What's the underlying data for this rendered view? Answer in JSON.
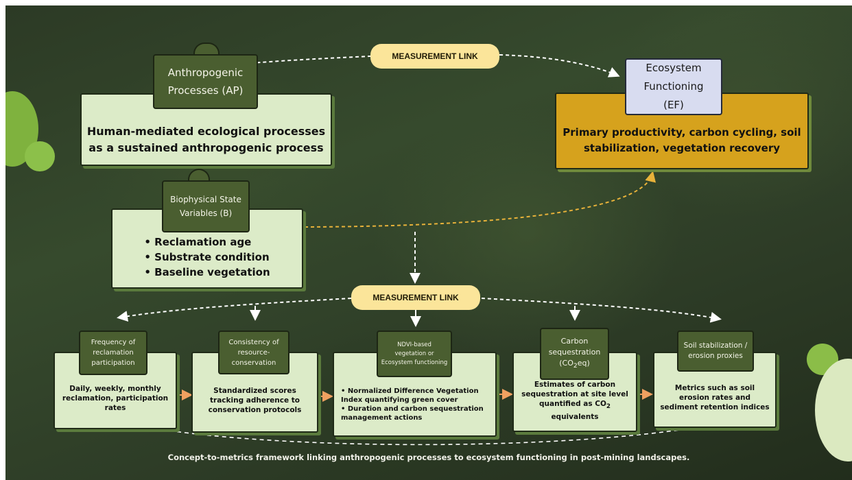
{
  "measurement_link_top": "MEASUREMENT LINK",
  "measurement_link_mid": "MEASUREMENT LINK",
  "ap": {
    "tab": "Anthropogenic Processes (AP)",
    "body_line1": "Human-mediated ecological processes",
    "body_line2": "as a sustained anthropogenic process"
  },
  "ef": {
    "tab": "Ecosystem Functioning (EF)",
    "body_line1": "Primary productivity, carbon cycling, soil",
    "body_line2": "stabilization, vegetation recovery"
  },
  "bio": {
    "tab_line1": "Biophysical State",
    "tab_line2": "Variables (B)",
    "items": [
      "Reclamation age",
      "Substrate condition",
      "Baseline vegetation"
    ]
  },
  "metrics": [
    {
      "tab": "Frequency of reclamation participation",
      "body": "Daily, weekly, monthly reclamation, participation rates"
    },
    {
      "tab": "Consistency of resource-conservation",
      "body": "Standardized scores tracking adherence to conservation protocols"
    },
    {
      "tab": "NDVI-based vegetation or Ecosystem functioning",
      "bullets": [
        "Normalized Difference Vegetation Index quantifying green cover",
        "Duration and carbon sequestration management actions"
      ]
    },
    {
      "tab_main": "Carbon sequestration",
      "tab_sub": "(CO",
      "tab_sub2": "eq)",
      "body_pre": "Estimates of carbon sequestration at site level quantified as CO",
      "body_post": " equivalents",
      "subscript": "2"
    },
    {
      "tab": "Soil stabilization / erosion proxies",
      "body": "Metrics such as soil erosion rates and sediment retention indices"
    }
  ],
  "caption": "Concept-to-metrics framework linking anthropogenic processes to ecosystem functioning in post-mining landscapes.",
  "colors": {
    "card": "#dcebc8",
    "tab": "#4a5e30",
    "ef_card": "#d6a21d",
    "ef_tab": "#d8dcf0",
    "pill": "#fbe59a",
    "connector_orange": "#f0a060",
    "dashed_yellow": "#e8b23a"
  }
}
